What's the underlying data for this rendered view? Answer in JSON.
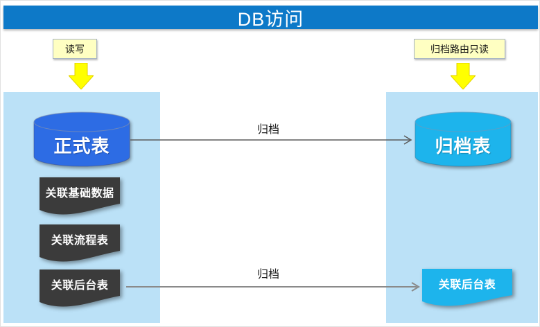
{
  "title": "DB访问",
  "callouts": {
    "read_write": "读写",
    "archive_route": "归档路由只读"
  },
  "left_panel": {
    "cylinder_label": "正式表",
    "doc_labels": [
      "关联基础数据",
      "关联流程表",
      "关联后台表"
    ]
  },
  "right_panel": {
    "cylinder_label": "归档表",
    "doc_labels": [
      "关联后台表"
    ]
  },
  "connectors": {
    "top_label": "归档",
    "bottom_label": "归档"
  },
  "colors": {
    "header_blue": "#0d79c8",
    "panel_blue": "#bbe1f7",
    "cylinder_blue": "#2d6ce4",
    "archive_cyan": "#1db4ec",
    "doc_dark_gray": "#3b3b3b",
    "note_yellow": "#ffffc2",
    "arrow_yellow": "#ffff00",
    "connector_gray": "#6b6b6b"
  }
}
